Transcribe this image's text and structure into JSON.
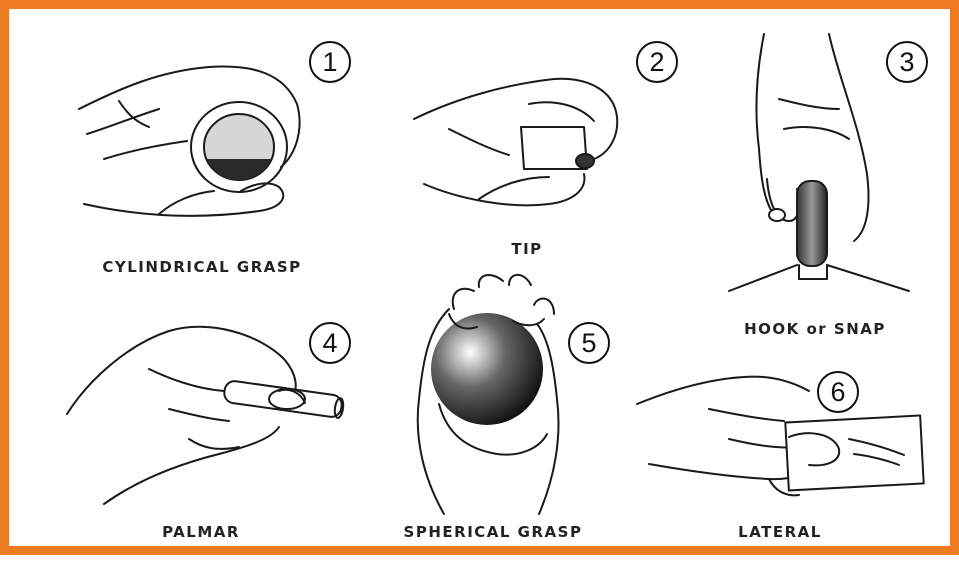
{
  "border_color": "#ED7B1F",
  "grasps": [
    {
      "number": "1",
      "label": "CYLINDRICAL GRASP"
    },
    {
      "number": "2",
      "label": "TIP"
    },
    {
      "number": "3",
      "label": "HOOK or SNAP"
    },
    {
      "number": "4",
      "label": "PALMAR"
    },
    {
      "number": "5",
      "label": "SPHERICAL GRASP"
    },
    {
      "number": "6",
      "label": "LATERAL"
    }
  ]
}
